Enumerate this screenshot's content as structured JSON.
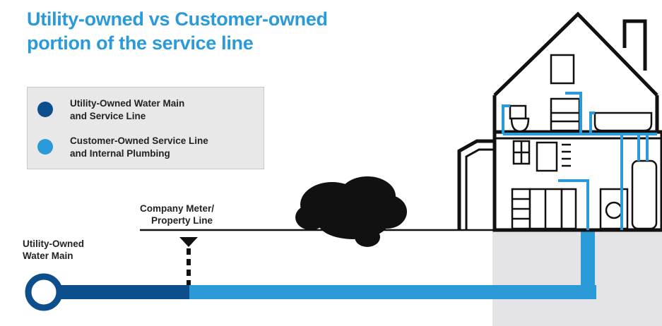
{
  "title": {
    "line1": "Utility-owned vs Customer-owned",
    "line2": "portion of the service line"
  },
  "legend": {
    "items": [
      {
        "line1": "Utility-Owned Water Main",
        "line2": "and Service Line",
        "color": "#0d4f8c"
      },
      {
        "line1": "Customer-Owned Service Line",
        "line2": "and Internal Plumbing",
        "color": "#2b9ad8"
      }
    ]
  },
  "labels": {
    "meter_line1": "Company Meter/",
    "meter_line2": "Property Line",
    "main_line1": "Utility-Owned",
    "main_line2": "Water Main"
  },
  "colors": {
    "utility": "#0d4f8c",
    "customer": "#2b9ad8",
    "ground": "#e4e4e6",
    "ink": "#111111"
  }
}
